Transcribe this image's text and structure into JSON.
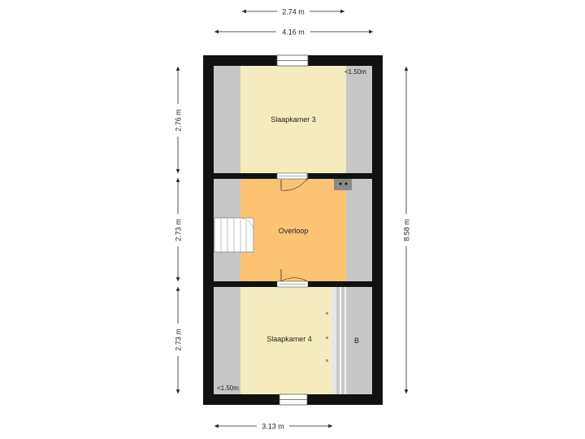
{
  "colors": {
    "wall": "#111111",
    "bedroom": "#f4ecbf",
    "landing": "#fbc372",
    "low_ceiling": "#c7c7c7",
    "storage": "#c7c7c7",
    "dimension_line": "#222222"
  },
  "dimensions": {
    "top_inner": "2.74 m",
    "top_outer": "4.16 m",
    "left_upper": "2.76 m",
    "left_middle": "2.73 m",
    "left_lower": "2.73 m",
    "right_total": "8.58 m",
    "bottom": "3.13 m"
  },
  "rooms": {
    "bedroom3": "Slaapkamer 3",
    "landing": "Overloop",
    "bedroom4": "Slaapkamer 4",
    "storage": "B"
  },
  "notes": {
    "low_ceiling_top": "<1.50m",
    "low_ceiling_bottom": "<1.50m"
  }
}
